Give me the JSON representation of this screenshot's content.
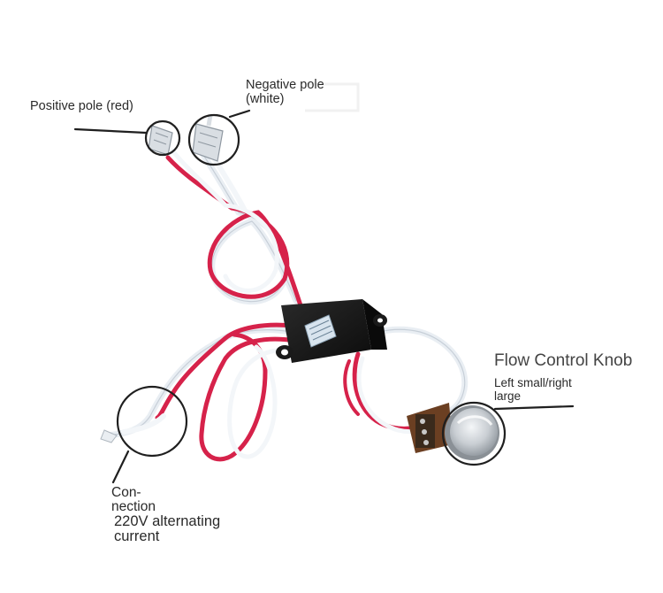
{
  "labels": {
    "positive_pole": "Positive pole (red)",
    "negative_pole_line1": "Negative pole",
    "negative_pole_line2": "(white)",
    "flow_control_knob": "Flow Control Knob",
    "knob_direction_line1": "Left small/right",
    "knob_direction_line2": "large",
    "connection_line1": "Con-",
    "connection_line2": "nection",
    "voltage_line1": "220V alternating",
    "voltage_line2": "current"
  },
  "icons": {
    "module": "black-driver-module-icon",
    "knob": "rotary-knob-icon",
    "positive_connector": "positive-terminal-connector-icon",
    "negative_connector": "negative-terminal-connector-icon",
    "ac_plug": "ac-wire-end-icon"
  },
  "colors": {
    "red_wire": "#d6224a",
    "white_wire": "#e9eef3",
    "module_body": "#151515",
    "knob_metal": "#c9ced3",
    "annotation_line": "#1f1f1f"
  }
}
